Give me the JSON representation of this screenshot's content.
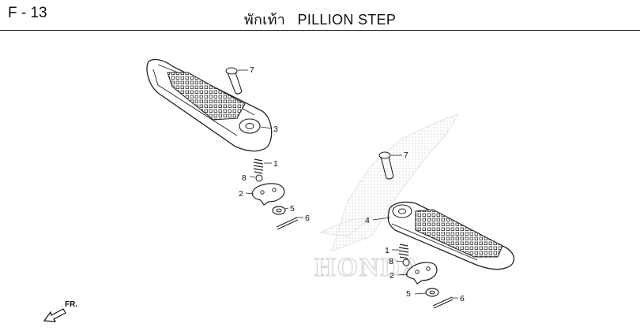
{
  "header": {
    "page_id": "F - 13",
    "title_thai": "พักเท้า",
    "title_en": "PILLION STEP"
  },
  "watermark": {
    "brand": "HONDA"
  },
  "direction_marker": {
    "label": "FR.",
    "icon": "arrow-icon"
  },
  "callouts": {
    "upper": [
      "7",
      "3",
      "1",
      "8",
      "2",
      "5",
      "6"
    ],
    "lower": [
      "7",
      "4",
      "1",
      "8",
      "2",
      "5",
      "6"
    ]
  },
  "colors": {
    "line": "#222222",
    "watermark": "#d6d6d6",
    "background": "#ffffff"
  }
}
